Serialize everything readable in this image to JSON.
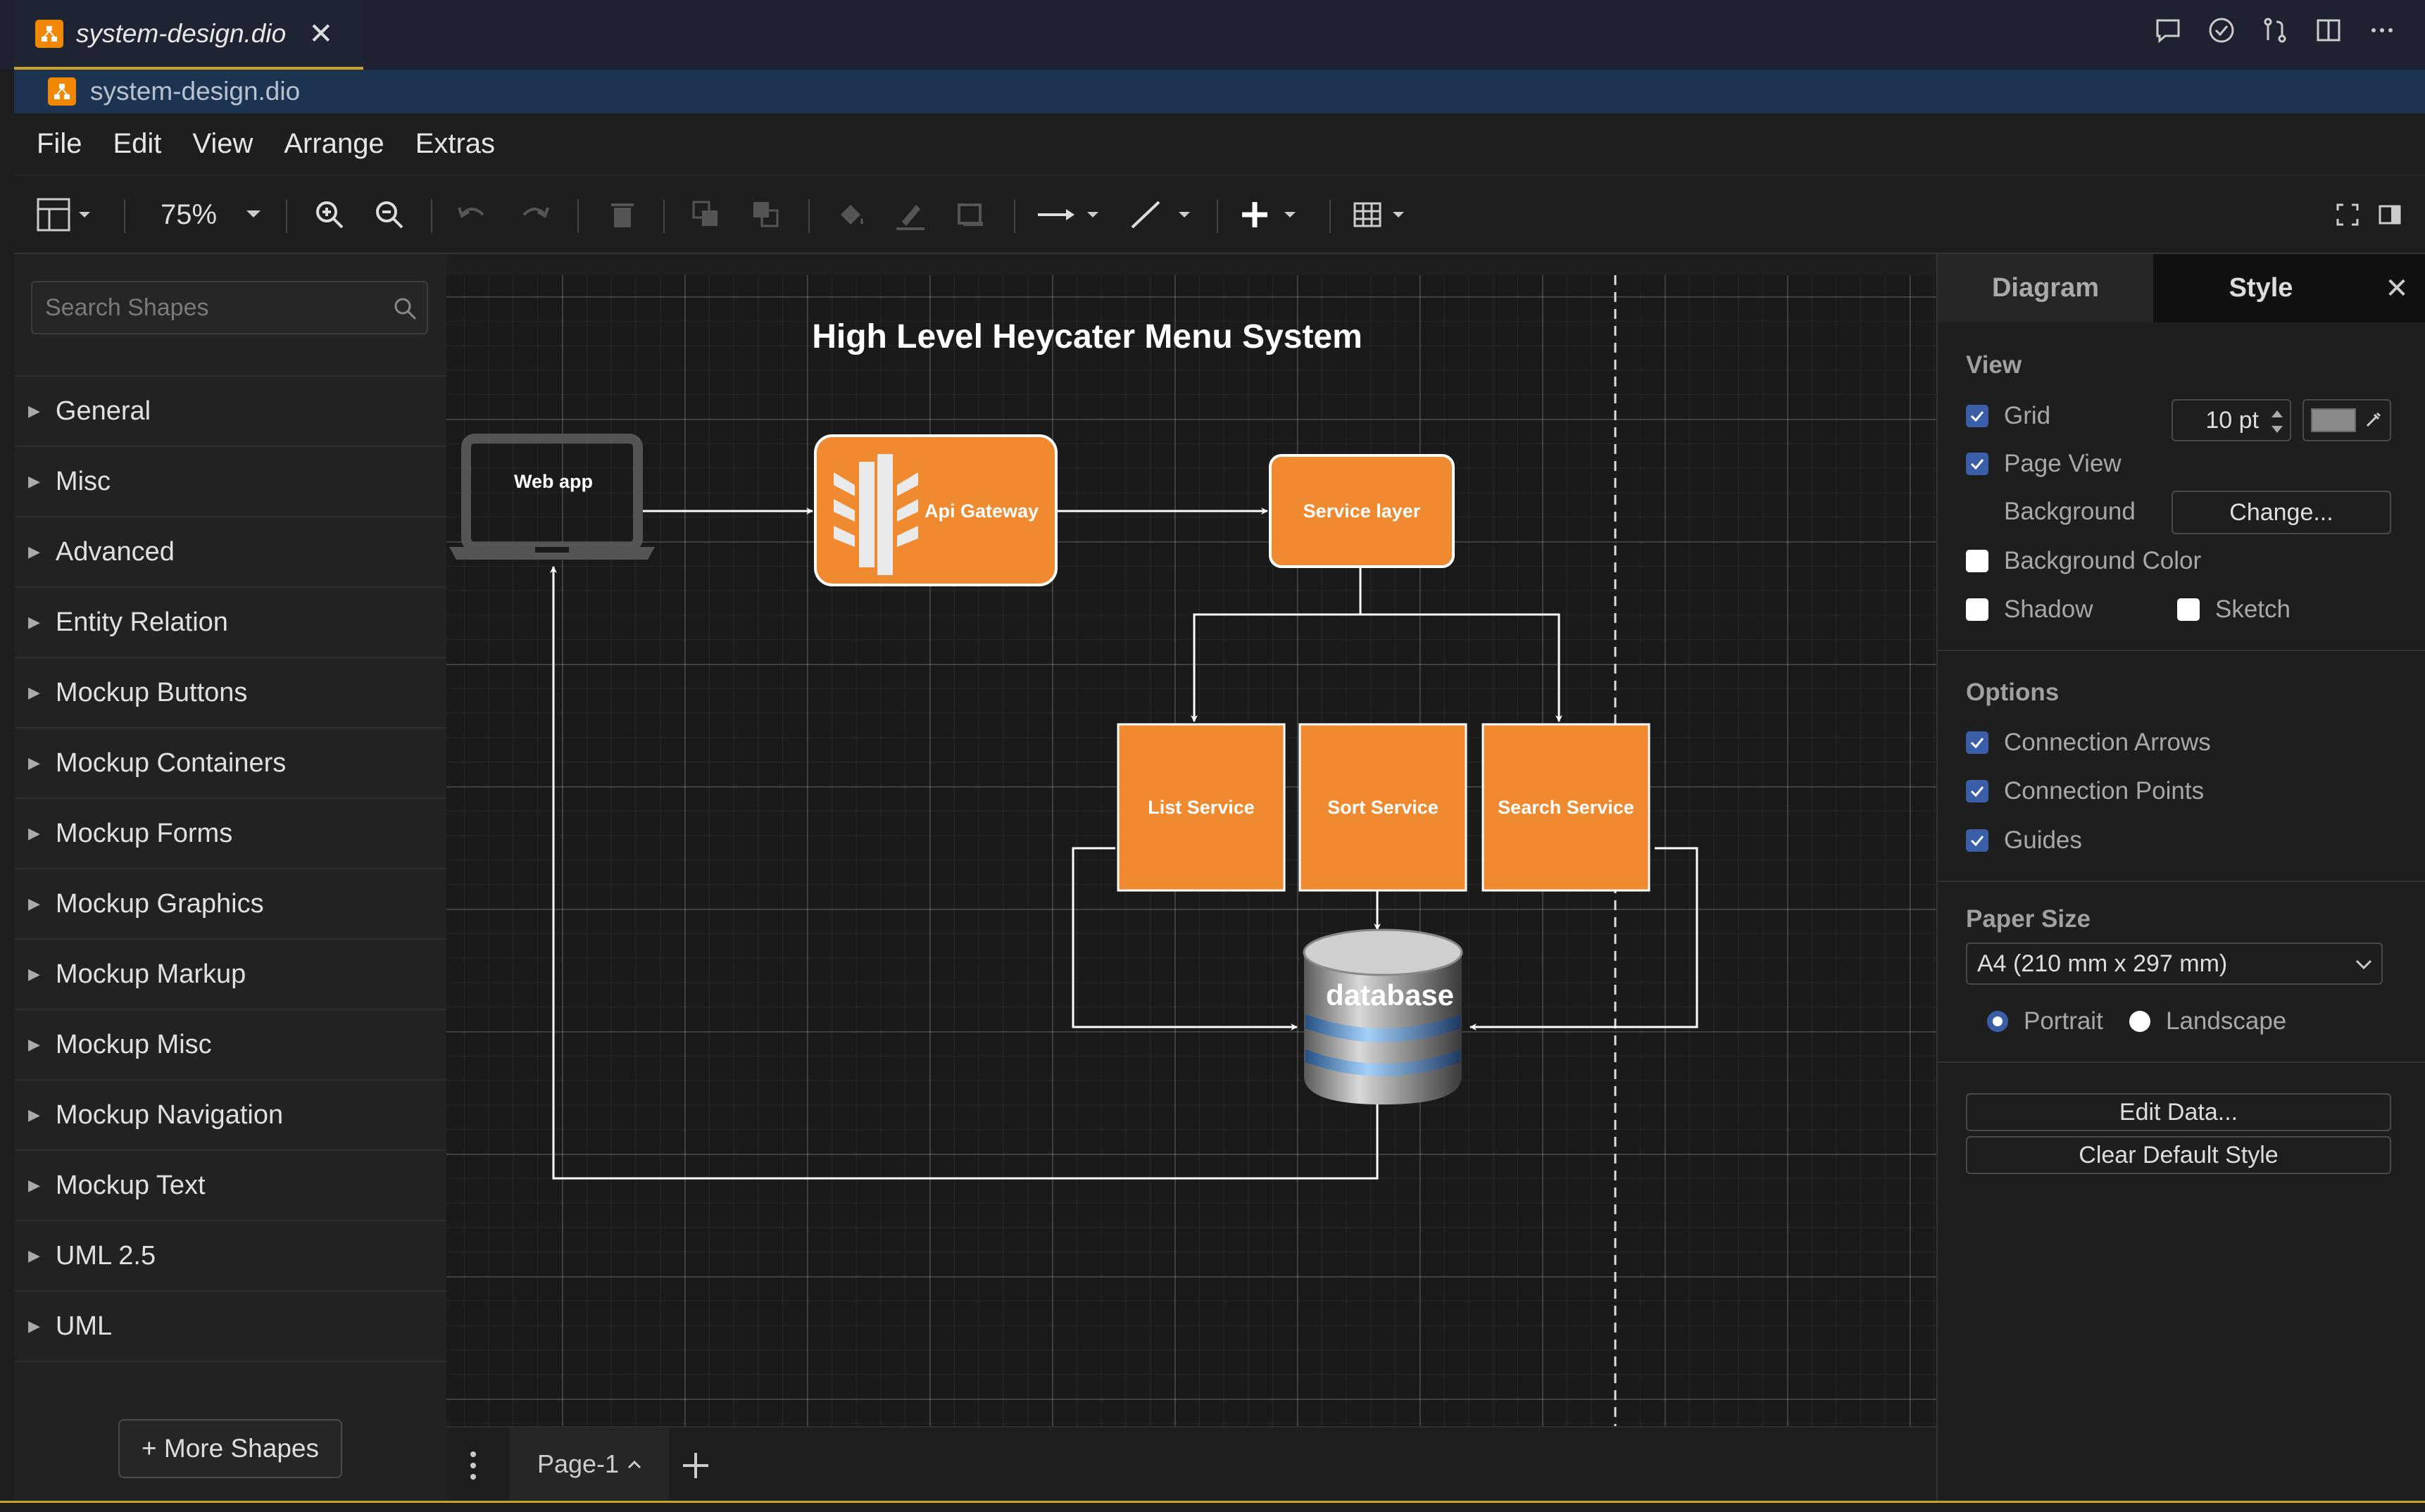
{
  "tab": {
    "title": "system-design.dio",
    "close": "✕"
  },
  "breadcrumb": {
    "file": "system-design.dio"
  },
  "menu": [
    "File",
    "Edit",
    "View",
    "Arrange",
    "Extras"
  ],
  "toolbar": {
    "zoom": "75%"
  },
  "sidebar": {
    "search_placeholder": "Search Shapes",
    "categories": [
      "General",
      "Misc",
      "Advanced",
      "Entity Relation",
      "Mockup Buttons",
      "Mockup Containers",
      "Mockup Forms",
      "Mockup Graphics",
      "Mockup Markup",
      "Mockup Misc",
      "Mockup Navigation",
      "Mockup Text",
      "UML 2.5",
      "UML"
    ],
    "more_shapes": "+ More Shapes"
  },
  "diagram": {
    "title": "High Level Heycater Menu System",
    "web_app": "Web app",
    "api_gateway": "Api Gateway",
    "service_layer": "Service layer",
    "list_service": "List Service",
    "sort_service": "Sort Service",
    "search_service": "Search Service",
    "database": "database",
    "orange": "#f08a30"
  },
  "pages": {
    "current": "Page-1"
  },
  "panel": {
    "tabs": {
      "diagram": "Diagram",
      "style": "Style"
    },
    "view_title": "View",
    "grid": {
      "label": "Grid",
      "checked": true,
      "size": "10 pt"
    },
    "page_view": {
      "label": "Page View",
      "checked": true
    },
    "background": {
      "label": "Background",
      "button": "Change..."
    },
    "background_color": {
      "label": "Background Color",
      "checked": false
    },
    "shadow": {
      "label": "Shadow",
      "checked": false
    },
    "sketch": {
      "label": "Sketch",
      "checked": false
    },
    "options_title": "Options",
    "connection_arrows": {
      "label": "Connection Arrows",
      "checked": true
    },
    "connection_points": {
      "label": "Connection Points",
      "checked": true
    },
    "guides": {
      "label": "Guides",
      "checked": true
    },
    "paper_size_title": "Paper Size",
    "paper_size": "A4 (210 mm x 297 mm)",
    "portrait": {
      "label": "Portrait",
      "selected": true
    },
    "landscape": {
      "label": "Landscape",
      "selected": false
    },
    "edit_data": "Edit Data...",
    "clear_style": "Clear Default Style"
  }
}
